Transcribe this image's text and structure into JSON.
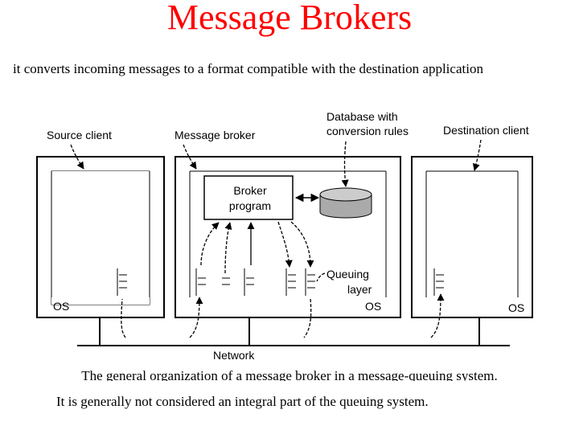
{
  "title": "Message Brokers",
  "subtitle": "it converts incoming messages to a format compatible with the destination application",
  "diagram": {
    "labels": {
      "source_client": "Source client",
      "message_broker": "Message broker",
      "database_line1": "Database with",
      "database_line2": "conversion rules",
      "destination_client": "Destination client",
      "broker_program_line1": "Broker",
      "broker_program_line2": "program",
      "queuing_line1": "Queuing",
      "queuing_line2": "layer",
      "os_left": "OS",
      "os_middle": "OS",
      "os_right": "OS",
      "network": "Network"
    }
  },
  "caption": {
    "line1": "The general organization of a message broker in a message-queuing system.",
    "line2": "It is generally not considered an integral part of the queuing system."
  },
  "colors": {
    "title": "#ff0000",
    "database_body": "#aaaaaa",
    "database_top": "#cccccc"
  }
}
